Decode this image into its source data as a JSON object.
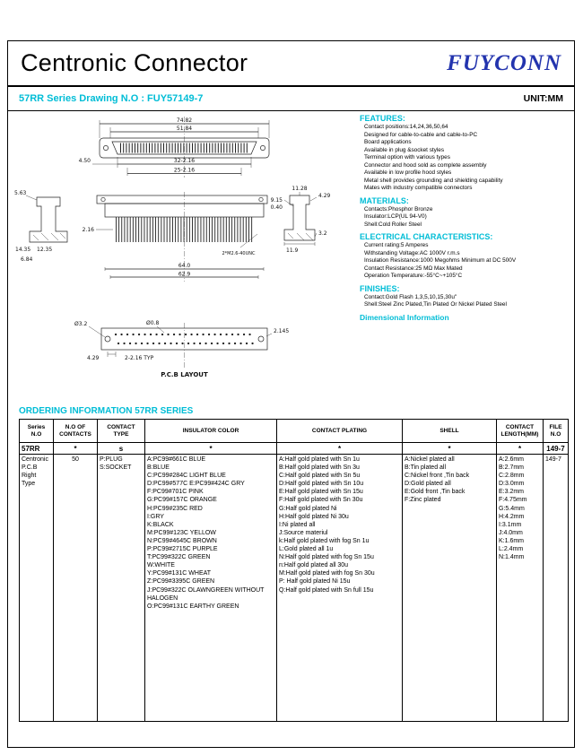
{
  "header": {
    "title": "Centronic Connector",
    "brand": "FUYCONN",
    "series_line": "57RR Series  Drawing N.O : FUY57149-7",
    "unit": "UNIT:MM"
  },
  "sections": {
    "features": {
      "heading": "FEATURES:",
      "items": [
        "Contact positions:14,24,36,50,64",
        "Designed for cable-to-cable and cable-to-PC",
        "Board applications",
        "Available in plug &socket styles",
        "Terminal option with various types",
        "Connector and hood sold as complete assembly",
        "Available in low profile hood styles",
        "Metal shell provides grounding and shielding capability",
        "Mates with industry compatible connectors"
      ]
    },
    "materials": {
      "heading": "MATERIALS:",
      "items": [
        "Contacts:Phosphor Bronze",
        "Insulator:LCP(UL 94-V0)",
        "Shell:Cold Roller Steel"
      ]
    },
    "electrical": {
      "heading": "ELECTRICAL CHARACTERISTICS:",
      "items": [
        "Current rating:5 Amperes",
        "Withstanding Voltage:AC 1000V r.m.s",
        "Insulation Resistance:1000  Megohms Minimum at DC 500V",
        "Contact Resistance:25 MΩ  Max Mated",
        "Operation Temperature:-55°C~+105°C"
      ]
    },
    "finishes": {
      "heading": "FINISHES:",
      "items": [
        "Contact:Gold Flash 1,3,5,10,15,30u\"",
        "Shell:Steel Zinc Plated,Tin Plated Or Nickel Plated Steel"
      ]
    },
    "dimensional": {
      "heading": "Dimensional Information"
    }
  },
  "drawing": {
    "pcb_label": "P.C.B LAYOUT",
    "dims": {
      "overall_width": "74.82",
      "inner_width": "51.84",
      "pin_offset": "4.50",
      "pitch_row1": "32-2.16",
      "pitch_row2": "25-2.16",
      "bracket_width": "5.63",
      "height_total": "14.35",
      "height_body": "12.35",
      "foot": "6.84",
      "pitch": "2.16",
      "screw": "2*M2.6-40UNC",
      "right_top": "11.28",
      "right_inner": "9.15",
      "right_gap": "0.40",
      "right_offset": "4.29",
      "right_depth": "3.2",
      "right_width": "11.9",
      "board_width": "64.0",
      "board_inner": "62.9",
      "hole_large": "Ø3.2",
      "hole_small": "Ø0.8",
      "pcb_pitch": "2.145",
      "pcb_offset": "4.29",
      "pcb_typ": "2-2.16  TYP"
    }
  },
  "ordering": {
    "heading": "ORDERING INFORMATION 57RR SERIES",
    "columns": [
      "Series\nN.O",
      "N.O OF\nCONTACTS",
      "CONTACT\nTYPE",
      "INSULATOR COLOR",
      "CONTACT PLATING",
      "SHELL",
      "CONTACT\nLENGTH(MM)",
      "FILE\nN.O"
    ],
    "code_row": [
      "57RR",
      "*",
      "s",
      "*",
      "*",
      "*",
      "*",
      "149-7"
    ],
    "detail_row": {
      "series": "Centronic\nP.C.B\nRight\nType",
      "contacts": "50",
      "contact_type": [
        "P:PLUG",
        "S:SOCKET"
      ],
      "insulator_color": [
        "A:PC99#661C BLUE",
        "B:BLUE",
        "C:PC99#284C LIGHT BLUE",
        "D:PC99#577C E:PC99#424C GRY",
        "F:PC99#701C PINK",
        "G:PC99#157C ORANGE",
        "H:PC99#235C RED",
        "I:GRY",
        "K:BLACK",
        "M:PC99#123C  YELLOW",
        "N:PC99#4645C BROWN",
        "P:PC99#2715C PURPLE",
        "T:PC99#322C GREEN",
        "W:WHITE",
        "Y:PC99#131C WHEAT",
        "Z:PC99#3395C GREEN",
        "J:PC99#322C OLAWNGREEN WITHOUT HALOGEN",
        "O:PC99#131C EARTHY GREEN"
      ],
      "contact_plating": [
        "A:Half gold plated with Sn 1u",
        "B:Half gold plated with Sn 3u",
        "C:Half gold plated with Sn 5u",
        "D:Half gold plated with Sn 10u",
        "E:Half gold plated with Sn 15u",
        "F:Half gold plated with Sn 30u",
        "G:Half gold plated Ni",
        "H:Half gold plated Ni 30u",
        "I:Ni plated all",
        "J:Source materiul",
        "k:Half gold plated with fog Sn 1u",
        "L:Gold plated all 1u",
        "N:Half gold plated with fog Sn 15u",
        "n:Half gold plated all 30u",
        "M:Half gold plated with fog Sn 30u",
        "P:  Half gold plated Ni 15u",
        "Q:Half gold plated with Sn full 15u"
      ],
      "shell": [
        "A:Nickel plated all",
        "B:Tin plated all",
        "C:Nickel front ,Tin back",
        "D:Gold plated all",
        "E:Gold front ,Tin back",
        "F:Zinc plated"
      ],
      "contact_length": [
        "A:2.6mm",
        "B:2.7mm",
        "C:2.8mm",
        "D:3.0mm",
        "E:3.2mm",
        "F:4.75mm",
        "G:5.4mm",
        "H:4.2mm",
        "I:3.1mm",
        "J:4.0mm",
        "K:1.6mm",
        "L:2.4mm",
        "N:1.4mm"
      ],
      "file_no": "149-7"
    }
  }
}
